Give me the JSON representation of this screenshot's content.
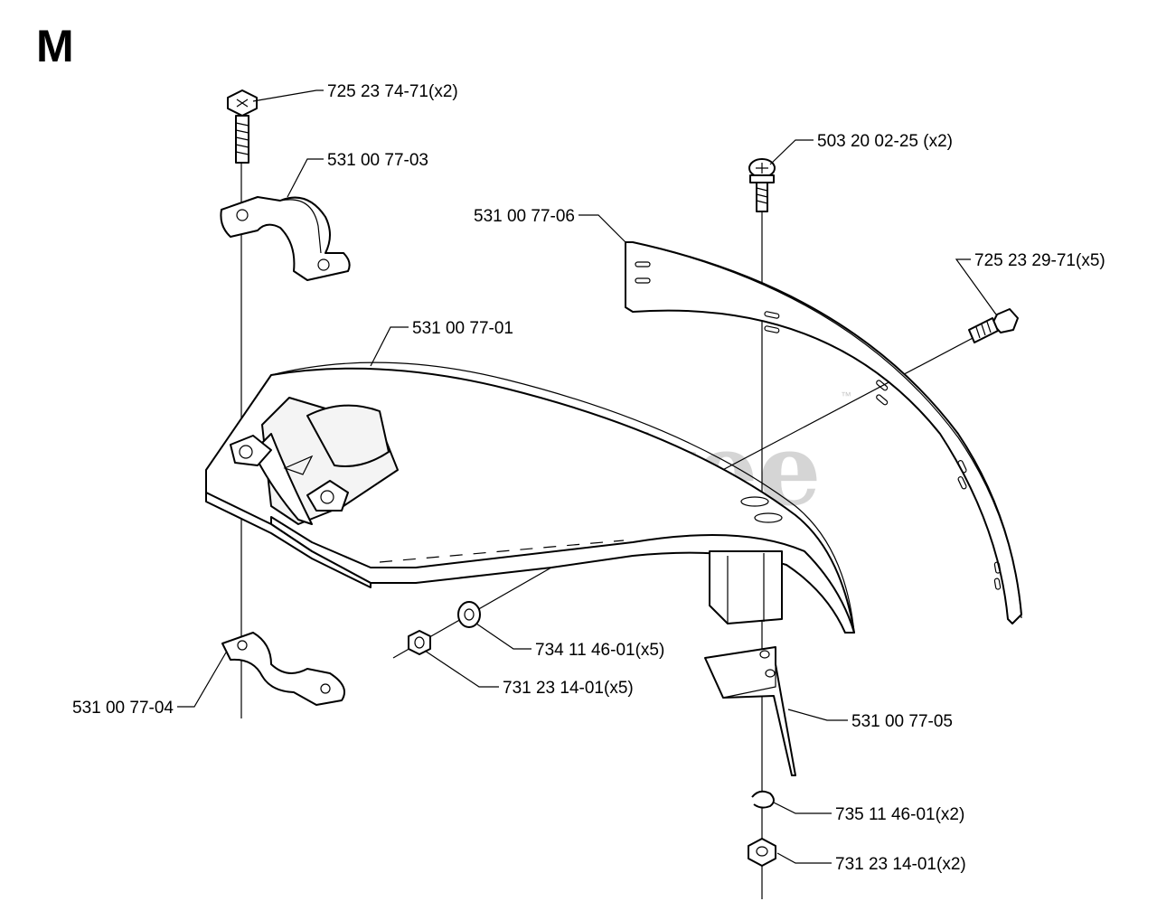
{
  "section_letter": "M",
  "watermark": "PartsTree",
  "watermark_mark": "™",
  "parts": {
    "screw_clamp": "725 23 74-71(x2)",
    "clamp_upper": "531 00 77-03",
    "screw_knife": "503 20 02-25 (x2)",
    "knife_strip": "531 00 77-06",
    "screw_guard": "725 23 29-71(x5)",
    "guard": "531 00 77-01",
    "washer": "734 11 46-01(x5)",
    "nut_guard": "731 23 14-01(x5)",
    "clamp_lower": "531 00 77-04",
    "bracket": "531 00 77-05",
    "lock_washer": "735 11 46-01(x2)",
    "nut_bracket": "731 23 14-01(x2)"
  }
}
